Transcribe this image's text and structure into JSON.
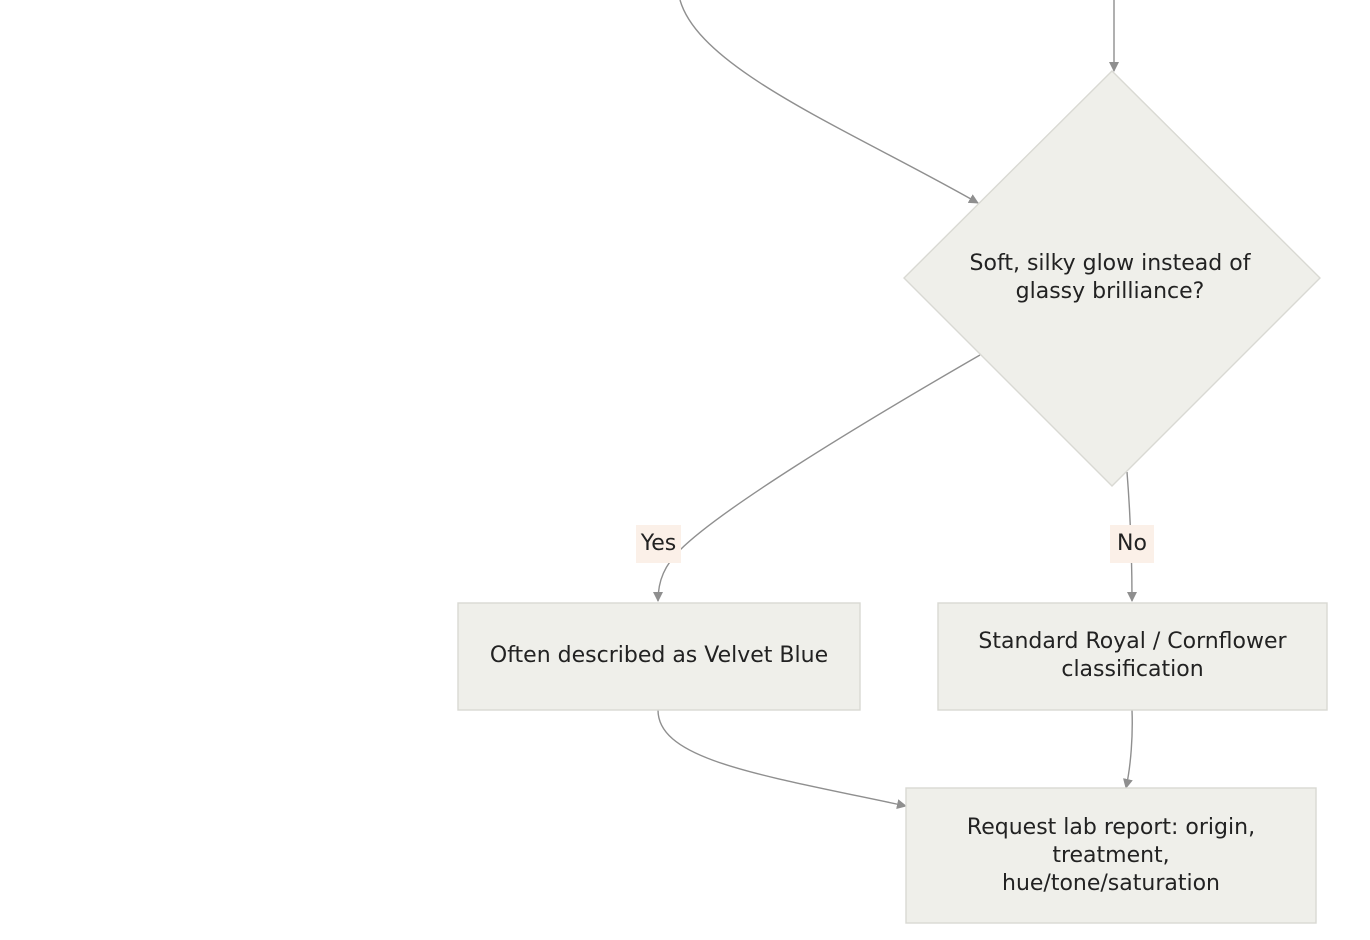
{
  "diagram": {
    "nodes": [
      {
        "id": "decision-silky-glow",
        "label": "Soft, silky glow instead of glassy brilliance?"
      },
      {
        "id": "velvet-blue",
        "label": "Often described as Velvet Blue"
      },
      {
        "id": "standard-royal",
        "label": "Standard Royal / Cornflower classification"
      },
      {
        "id": "lab-report",
        "label": "Request lab report: origin, treatment, hue/tone/saturation"
      }
    ],
    "edge_labels": {
      "yes": "Yes",
      "no": "No"
    },
    "colors": {
      "node_fill": "#efefea",
      "node_stroke": "#d9d9d3",
      "edge": "#8f8f8f",
      "edge_label_bg": "#fbf0e8",
      "text": "#222222"
    }
  }
}
